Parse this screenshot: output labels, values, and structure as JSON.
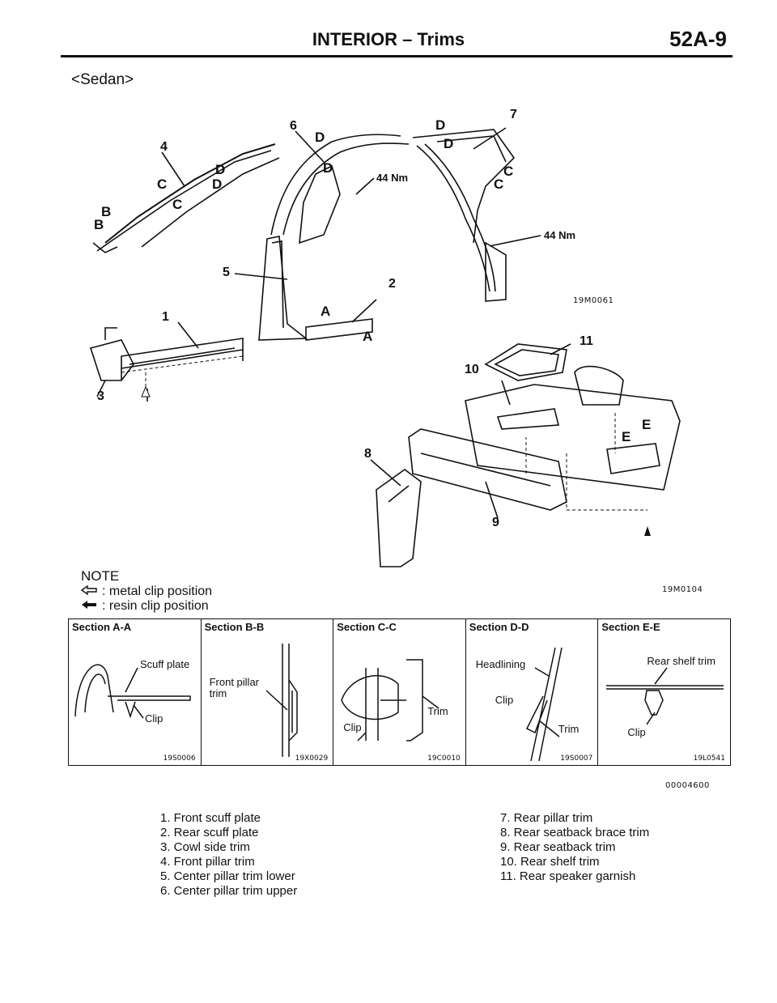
{
  "header": {
    "title": "INTERIOR – Trims",
    "code": "52A-9"
  },
  "variant_label": "<Sedan>",
  "diagram": {
    "callouts": [
      "1",
      "2",
      "3",
      "4",
      "5",
      "6",
      "7",
      "8",
      "9",
      "10",
      "11"
    ],
    "section_markers": {
      "A": "A",
      "B": "B",
      "C": "C",
      "D": "D",
      "E": "E"
    },
    "torque_labels": [
      "44 Nm",
      "44 Nm"
    ],
    "figure_codes": [
      "19M0061",
      "19M0104",
      "00004600"
    ]
  },
  "note": {
    "title": "NOTE",
    "items": [
      {
        "icon": "metal-clip-outline-arrow",
        "text": ": metal clip position"
      },
      {
        "icon": "resin-clip-solid-arrow",
        "text": ": resin clip position"
      }
    ]
  },
  "sections": [
    {
      "title": "Section A-A",
      "labels": [
        "Scuff plate",
        "Clip"
      ],
      "code": "19S0006"
    },
    {
      "title": "Section B-B",
      "labels": [
        "Front pillar",
        "trim"
      ],
      "code": "19X0029"
    },
    {
      "title": "Section C-C",
      "labels": [
        "Trim",
        "Clip"
      ],
      "code": "19C0010"
    },
    {
      "title": "Section D-D",
      "labels": [
        "Headlining",
        "Clip",
        "Trim"
      ],
      "code": "19S0007"
    },
    {
      "title": "Section E-E",
      "labels": [
        "Rear shelf trim",
        "Clip"
      ],
      "code": "19L0541"
    }
  ],
  "legend": {
    "left": [
      "1. Front scuff plate",
      "2. Rear scuff plate",
      "3. Cowl side trim",
      "4. Front pillar trim",
      "5. Center pillar trim lower",
      "6. Center pillar trim upper"
    ],
    "right": [
      "7. Rear pillar trim",
      "8. Rear seatback brace trim",
      "9. Rear seatback trim",
      "10. Rear shelf trim",
      "11. Rear speaker garnish"
    ]
  }
}
